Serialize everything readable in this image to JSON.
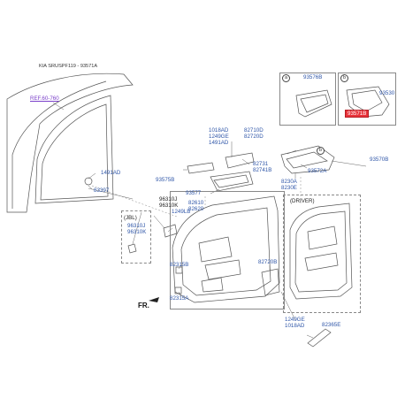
{
  "header": {
    "title": "KIA SRUSPF119 - 93571A"
  },
  "reference": "REF.60-760",
  "inset_a": {
    "circle": "a",
    "part": "93576B"
  },
  "inset_b": {
    "circle": "b",
    "part": "93530",
    "highlighted": "93571B"
  },
  "callout_b": "b",
  "jbl": {
    "label": "(JBL)",
    "parts": [
      "96310J",
      "96310K"
    ]
  },
  "driver": {
    "label": "(DRIVER)"
  },
  "front_marker": "FR.",
  "parts": {
    "p1491AD_left": "1491AD",
    "p83397": "83397",
    "p1018AD_top": "1018AD",
    "p1249GE_top": "1249GE",
    "p1491AD_top": "1491AD",
    "p82710D": "82710D",
    "p82720D": "82720D",
    "p82731": "82731",
    "p82741B": "82741B",
    "p93575B": "93575B",
    "p93577": "93577",
    "p96310J": "96310J",
    "p96310K": "96310K",
    "p82610": "82610",
    "p82620": "82620",
    "p1249LB": "1249LB",
    "p93570B": "93570B",
    "p93572A": "93572A",
    "p82330A": "8230A",
    "p82330E": "8230E",
    "p82315B": "82315B",
    "p82315A": "82315A",
    "p82720B": "82720B",
    "p1249GE_bot": "1249GE",
    "p1018AD_bot": "1018AD",
    "p82365E": "82365E"
  },
  "colors": {
    "label": "#2f56a8",
    "highlight": "#e8333b",
    "reference": "#7a3fc9",
    "line": "#444444"
  }
}
